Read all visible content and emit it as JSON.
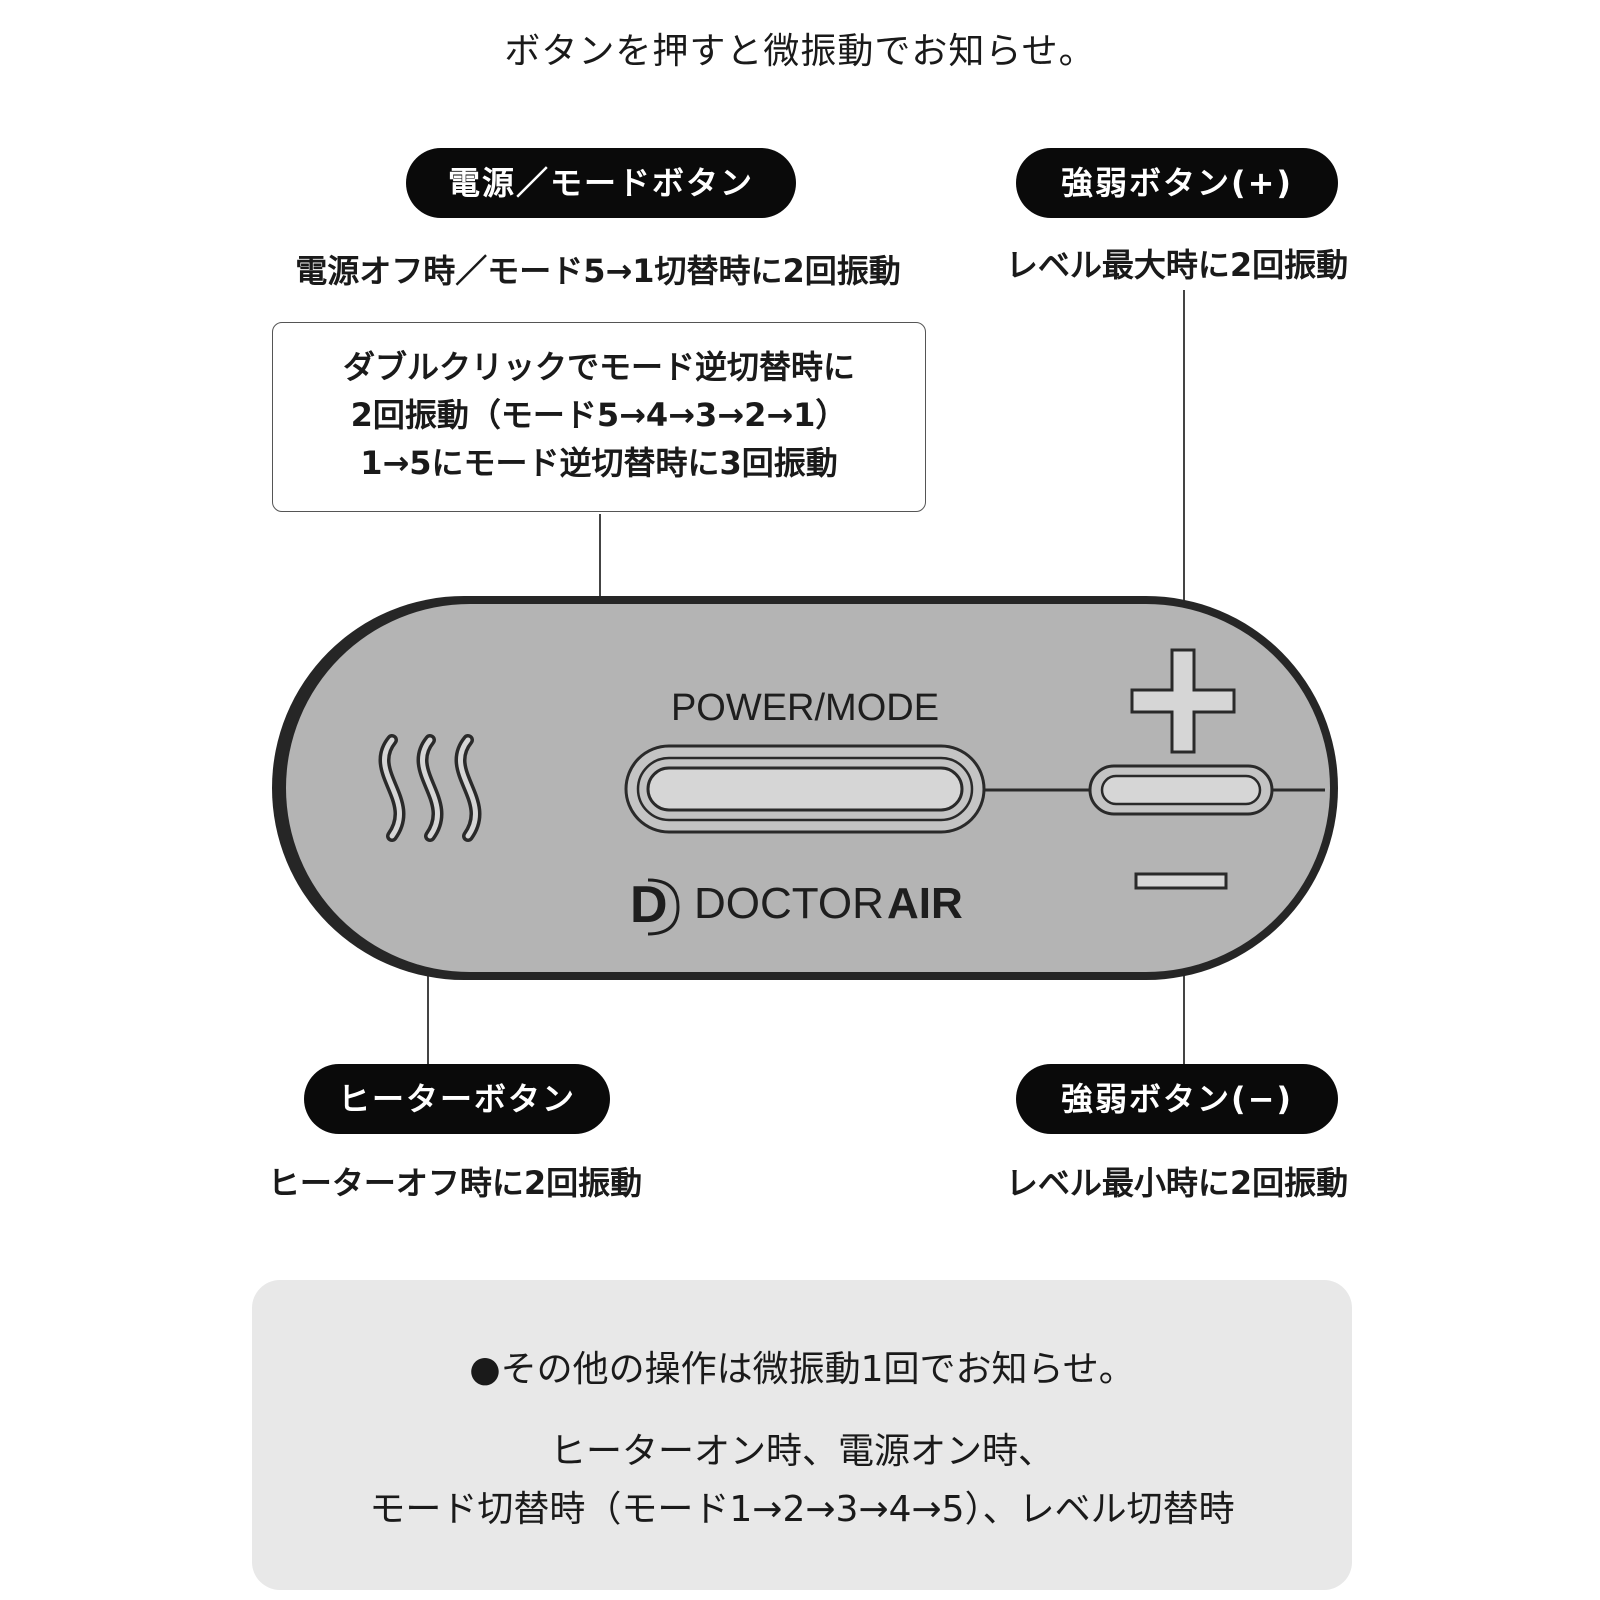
{
  "title": "ボタンを押すと微振動でお知らせ。",
  "power_mode": {
    "label": "電源／モードボタン",
    "desc": "電源オフ時／モード5→1切替時に2回振動",
    "callout": [
      "ダブルクリックでモード逆切替時に",
      "2回振動（モード5→4→3→2→1）",
      "1→5にモード逆切替時に3回振動"
    ]
  },
  "level_plus": {
    "label": "強弱ボタン(+)",
    "desc": "レベル最大時に2回振動"
  },
  "heater": {
    "label": "ヒーターボタン",
    "desc": "ヒーターオフ時に2回振動"
  },
  "level_minus": {
    "label": "強弱ボタン(−)",
    "desc": "レベル最小時に2回振動"
  },
  "device": {
    "power_mode_text": "POWER/MODE",
    "brand_light": "DOCTOR",
    "brand_bold": "AIR",
    "logo_letter": "D"
  },
  "note": {
    "headline": "●その他の操作は微振動1回でお知らせ。",
    "lines": [
      "ヒーターオン時、電源オン時、",
      "モード切替時（モード1→2→3→4→5）、レベル切替時"
    ]
  },
  "colors": {
    "device_body": "#b4b4b4",
    "button_fill": "#d6d6d6",
    "pill": "#0a0a0a",
    "note_bg": "#e8e8e8"
  }
}
